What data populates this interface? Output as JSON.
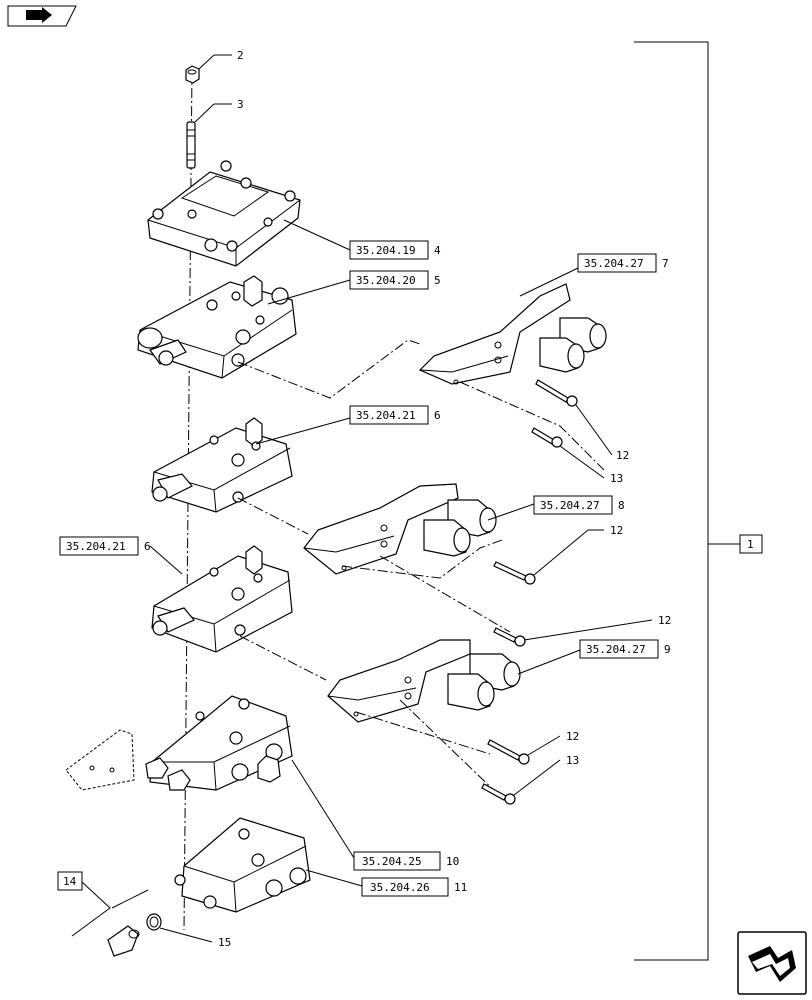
{
  "nav": {
    "back_icon": "back-arrow-icon",
    "next_icon": "next-page-arrow-icon"
  },
  "callouts": {
    "c2": "2",
    "c3": "3",
    "r4": "35.204.19",
    "c4": "4",
    "r5": "35.204.20",
    "c5": "5",
    "r6a": "35.204.21",
    "c6a": "6",
    "r6b": "35.204.21",
    "c6b": "6",
    "r7": "35.204.27",
    "c7": "7",
    "r8": "35.204.27",
    "c8": "8",
    "r9": "35.204.27",
    "c9": "9",
    "r10": "35.204.25",
    "c10": "10",
    "r11": "35.204.26",
    "c11": "11",
    "c12a": "12",
    "c13a": "13",
    "c12b": "12",
    "c12c": "12",
    "c12d": "12",
    "c13b": "13",
    "c14": "14",
    "c15": "15",
    "c1": "1"
  }
}
